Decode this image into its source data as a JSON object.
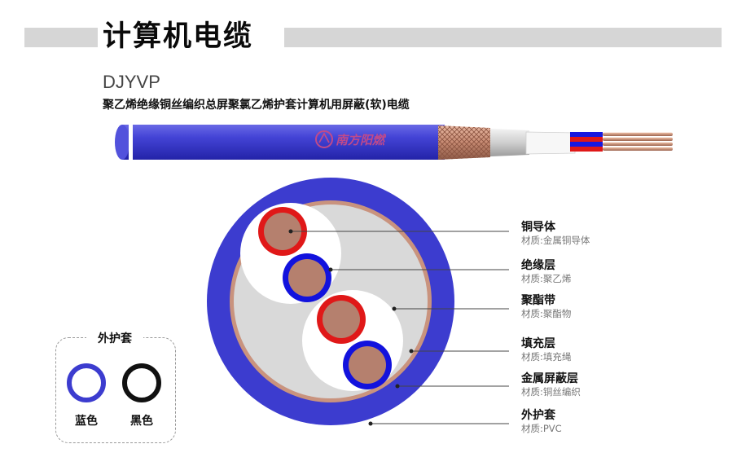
{
  "header": {
    "title": "计算机电缆",
    "model_code": "DJYVP",
    "description": "聚乙烯绝缘铜丝编织总屏聚氯乙烯护套计算机用屏蔽(软)电缆"
  },
  "brand": {
    "logo_text": "南方阳燃"
  },
  "colors": {
    "sheath_blue": "#3c3ccf",
    "copper": "#b98371",
    "filler_white": "#ffffff",
    "filler_gray": "#d9d9d9",
    "insulation_red": "#e01818",
    "insulation_blue": "#1212dd"
  },
  "layers": [
    {
      "name": "铜导体",
      "material": "材质:金属铜导体"
    },
    {
      "name": "绝缘层",
      "material": "材质:聚乙烯"
    },
    {
      "name": "聚酯带",
      "material": "材质:聚酯物"
    },
    {
      "name": "填充层",
      "material": "材质:填充绳"
    },
    {
      "name": "金属屏蔽层",
      "material": "材质:铜丝编织"
    },
    {
      "name": "外护套",
      "material": "材质:PVC"
    }
  ],
  "legend": {
    "title": "外护套",
    "options": [
      {
        "label": "蓝色",
        "color": "#3c3ccf"
      },
      {
        "label": "黑色",
        "color": "#111111"
      }
    ]
  }
}
